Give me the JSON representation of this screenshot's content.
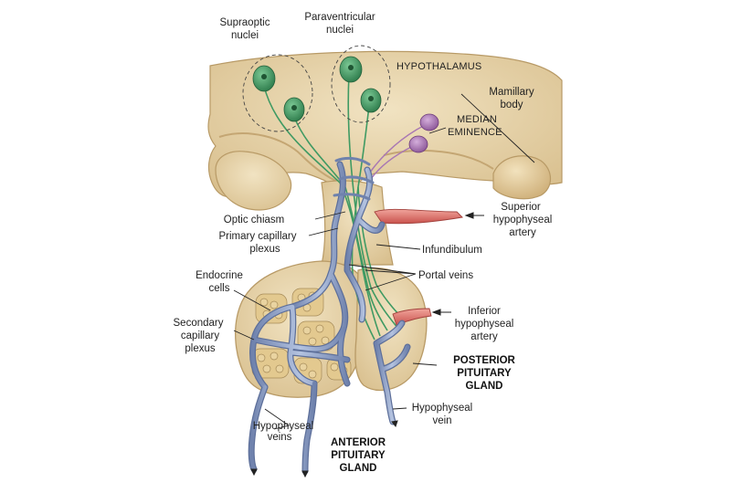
{
  "labels": {
    "supraoptic_1": "Supraoptic",
    "supraoptic_2": "nuclei",
    "paraventricular_1": "Paraventricular",
    "paraventricular_2": "nuclei",
    "hypothalamus": "HYPOTHALAMUS",
    "mamillary_1": "Mamillary",
    "mamillary_2": "body",
    "median_1": "MEDIAN",
    "median_2": "EMINENCE",
    "optic_chiasm": "Optic chiasm",
    "primary_1": "Primary capillary",
    "primary_2": "plexus",
    "superior_1": "Superior",
    "superior_2": "hypophyseal",
    "superior_3": "artery",
    "infundibulum": "Infundibulum",
    "endocrine_1": "Endocrine",
    "endocrine_2": "cells",
    "portal_veins": "Portal veins",
    "secondary_1": "Secondary",
    "secondary_2": "capillary",
    "secondary_3": "plexus",
    "inferior_1": "Inferior",
    "inferior_2": "hypophyseal",
    "inferior_3": "artery",
    "posterior_1": "POSTERIOR",
    "posterior_2": "PITUITARY",
    "posterior_3": "GLAND",
    "hyp_vein_1": "Hypophyseal",
    "hyp_vein_2": "vein",
    "hyp_veins_1": "Hypophyseal",
    "hyp_veins_2": "veins",
    "anterior_1": "ANTERIOR",
    "anterior_2": "PITUITARY",
    "anterior_3": "GLAND"
  },
  "colors": {
    "tissue": "#e8d6ad",
    "tissue_dark": "#c9ad7a",
    "vessel": "#8fa3c9",
    "vessel_dark": "#5d6f9a",
    "neuron_green": "#3f9a63",
    "neuron_purple": "#a977b3",
    "artery": "#d9706a",
    "cell": "#d8bc80"
  }
}
